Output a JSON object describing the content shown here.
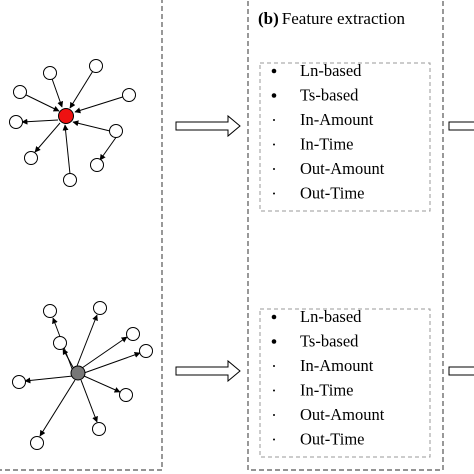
{
  "feature_panel": {
    "label": "(b)",
    "title": "Feature extraction"
  },
  "feature_groups": [
    {
      "items": [
        {
          "label": "Ln-based",
          "bullet": "large"
        },
        {
          "label": "Ts-based",
          "bullet": "large"
        },
        {
          "label": "In-Amount",
          "bullet": "small"
        },
        {
          "label": "In-Time",
          "bullet": "small"
        },
        {
          "label": "Out-Amount",
          "bullet": "small"
        },
        {
          "label": "Out-Time",
          "bullet": "small"
        }
      ]
    },
    {
      "items": [
        {
          "label": "Ln-based",
          "bullet": "large"
        },
        {
          "label": "Ts-based",
          "bullet": "large"
        },
        {
          "label": "In-Amount",
          "bullet": "small"
        },
        {
          "label": "In-Time",
          "bullet": "small"
        },
        {
          "label": "Out-Amount",
          "bullet": "small"
        },
        {
          "label": "Out-Time",
          "bullet": "small"
        }
      ]
    }
  ],
  "colors": {
    "target_node_top": "#ee1111",
    "target_node_bottom": "#777777"
  }
}
